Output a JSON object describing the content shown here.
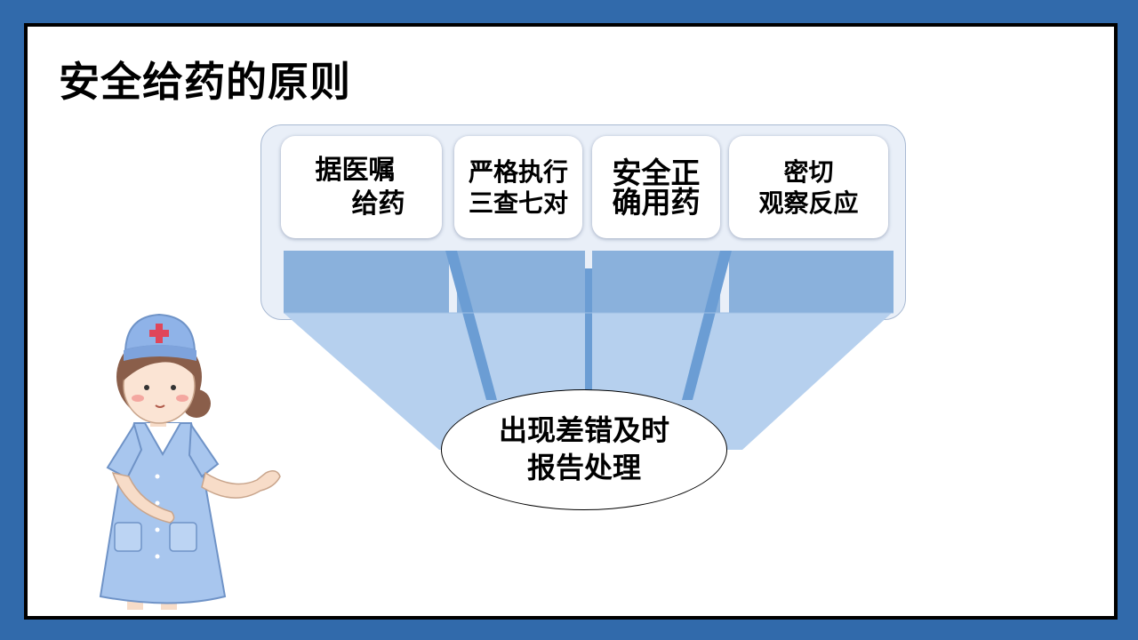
{
  "slide": {
    "title": "安全给药的原则"
  },
  "principles": [
    {
      "line1": "据医嘱",
      "line2": "给药"
    },
    {
      "line1": "严格执行",
      "line2": "三查七对"
    },
    {
      "line1": "安全正",
      "line2": "确用药"
    },
    {
      "line1": "密切",
      "line2": "观察反应"
    }
  ],
  "result": {
    "line1": "出现差错及时",
    "line2": "报告处理"
  },
  "colors": {
    "background": "#316aab",
    "panel": "#e9eff8",
    "band": "#8ab1dc",
    "funnel": "#b6d0ee",
    "funnel_edge": "#78a5d8"
  },
  "illustration": {
    "icon": "nurse-illustration"
  }
}
